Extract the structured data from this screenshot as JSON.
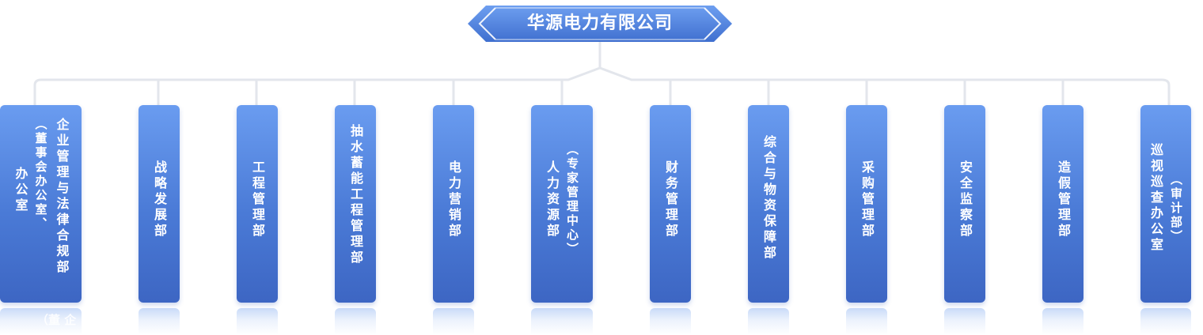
{
  "company": {
    "title": "华源电力有限公司"
  },
  "colors": {
    "accent": "#4a7ad6",
    "line": "#e3e6ec"
  },
  "departments": [
    {
      "columns": [
        "企业管理与法律合规部",
        "（董事会办公室、",
        "办公室"
      ],
      "reflection": "（董 企"
    },
    {
      "columns": [
        "战略发展部"
      ]
    },
    {
      "columns": [
        "工程管理部"
      ]
    },
    {
      "columns": [
        "抽水蓄能工程管理部"
      ]
    },
    {
      "columns": [
        "电力营销部"
      ]
    },
    {
      "columns": [
        "人力资源部",
        "（专家管理中心）"
      ]
    },
    {
      "columns": [
        "财务管理部"
      ]
    },
    {
      "columns": [
        "综合与物资保障部"
      ]
    },
    {
      "columns": [
        "采购管理部"
      ]
    },
    {
      "columns": [
        "安全监察部"
      ]
    },
    {
      "columns": [
        "造假管理部"
      ]
    },
    {
      "columns": [
        "巡视巡查办公室",
        "（审计部）"
      ]
    }
  ]
}
